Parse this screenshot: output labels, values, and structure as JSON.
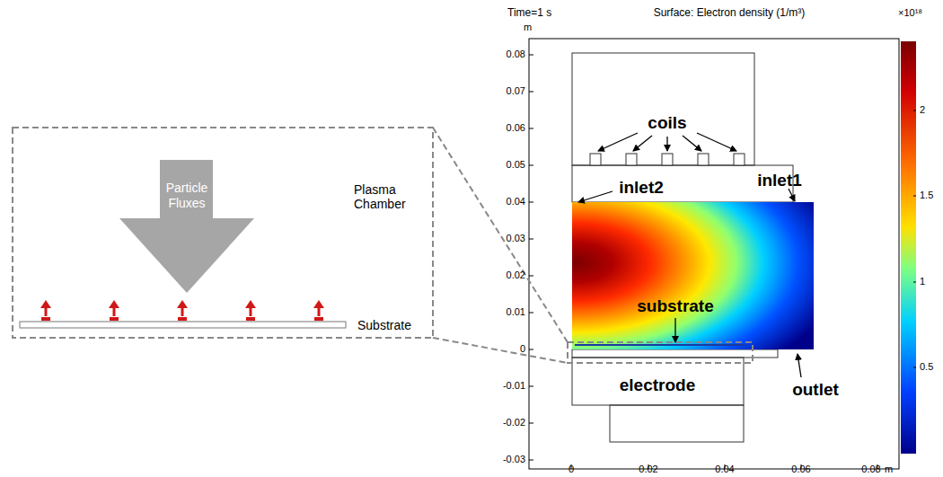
{
  "diagram": {
    "nodes": [
      {
        "text": [
          "Particle Fluxes"
        ]
      }
    ],
    "labels": [
      "Time=1 s",
      "Surface: Electron density (1/m³)",
      "m",
      "0.08",
      "0.07",
      "0.06",
      "0.05",
      "0.04",
      "0.03",
      "0.02",
      "0.01",
      "0",
      "-0.01",
      "-0.02",
      "-0.03",
      "0",
      "0.02",
      "0.04",
      "0.06",
      "0.08",
      "m",
      "×10¹⁸",
      "2",
      "1.5",
      "1",
      "0.5",
      "coils",
      "inlet2",
      "inlet1",
      "substrate",
      "electrode",
      "outlet",
      "Plasma Chamber",
      "Substrate"
    ]
  }
}
